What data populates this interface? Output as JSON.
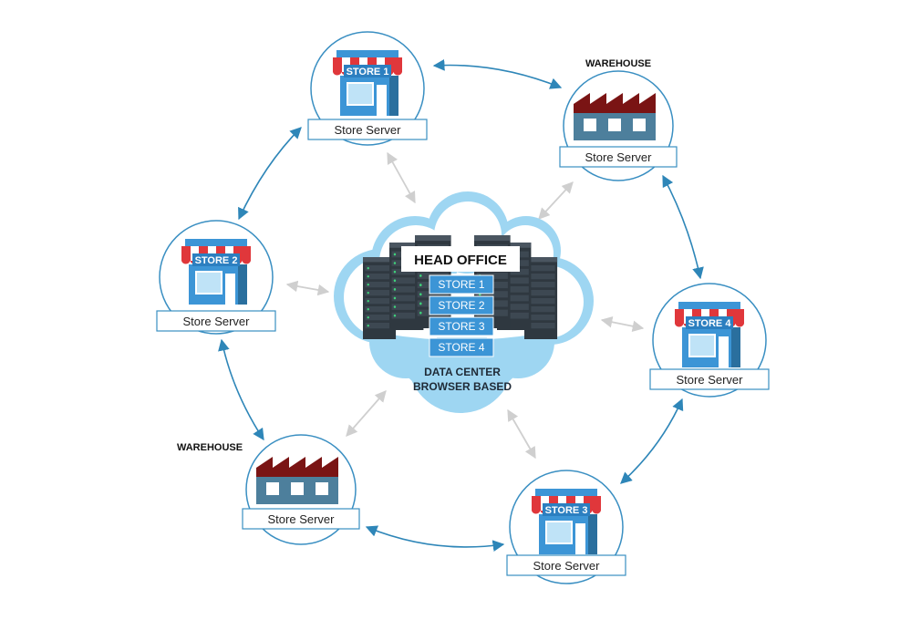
{
  "head_office": {
    "title": "HEAD OFFICE",
    "stores": [
      "STORE 1",
      "STORE 2",
      "STORE 3",
      "STORE 4"
    ],
    "caption_line1": "DATA CENTER",
    "caption_line2": "BROWSER BASED"
  },
  "nodes": {
    "store1": {
      "sign": "STORE 1",
      "server_label": "Store Server"
    },
    "store2": {
      "sign": "STORE 2",
      "server_label": "Store Server"
    },
    "store3": {
      "sign": "STORE 3",
      "server_label": "Store Server"
    },
    "store4": {
      "sign": "STORE 4",
      "server_label": "Store Server"
    },
    "warehouse_top": {
      "title": "WAREHOUSE",
      "server_label": "Store Server"
    },
    "warehouse_bottom": {
      "title": "WAREHOUSE",
      "server_label": "Store Server"
    }
  },
  "colors": {
    "ring_arrow": "#2e86b8",
    "center_arrow": "#cfcfcf",
    "circle_stroke": "#3a8fc2",
    "awning_red": "#e0373b",
    "store_blue": "#3c95d6",
    "factory_roof": "#7a1414",
    "factory_body": "#4d7f9c",
    "cloud": "#9ed6f2",
    "server_dark": "#2f3840"
  }
}
